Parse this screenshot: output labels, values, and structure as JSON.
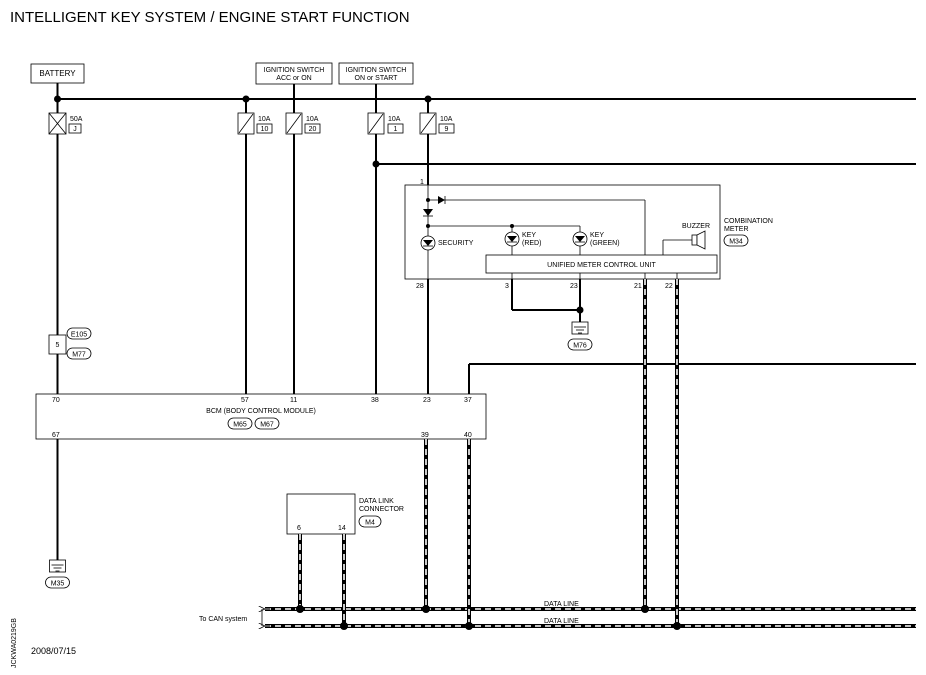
{
  "title": "INTELLIGENT KEY SYSTEM / ENGINE START FUNCTION",
  "date": "2008/07/15",
  "side_code": "JCKWA0219GB",
  "power": {
    "battery": "BATTERY",
    "ign_acc_1": "IGNITION SWITCH",
    "ign_acc_2": "ACC or ON",
    "ign_on_1": "IGNITION SWITCH",
    "ign_on_2": "ON or START"
  },
  "fuses": {
    "f50": {
      "amp": "50A",
      "id": "J"
    },
    "f10a": {
      "amp": "10A",
      "id": "10"
    },
    "f20": {
      "amp": "10A",
      "id": "20"
    },
    "f1": {
      "amp": "10A",
      "id": "1"
    },
    "f9": {
      "amp": "10A",
      "id": "9"
    }
  },
  "meter": {
    "name_1": "COMBINATION",
    "name_2": "METER",
    "connector": "M34",
    "unit": "UNIFIED METER CONTROL UNIT",
    "buzzer": "BUZZER",
    "security": "SECURITY",
    "key_red_1": "KEY",
    "key_red_2": "(RED)",
    "key_green_1": "KEY",
    "key_green_2": "(GREEN)",
    "pin_1": "1",
    "pin_28": "28",
    "pin_3": "3",
    "pin_23": "23",
    "pin_21": "21",
    "pin_22": "22",
    "ground": "M76"
  },
  "joint": {
    "pin": "5",
    "conn_top": "E105",
    "conn_bottom": "M77"
  },
  "bcm": {
    "name": "BCM (BODY CONTROL MODULE)",
    "conn_1": "M65",
    "conn_2": "M67",
    "pins_top": [
      "70",
      "57",
      "11",
      "38",
      "23",
      "37"
    ],
    "pins_bottom": [
      "67",
      "39",
      "40"
    ],
    "ground": "M35"
  },
  "dlc": {
    "name_1": "DATA LINK",
    "name_2": "CONNECTOR",
    "connector": "M4",
    "pin_6": "6",
    "pin_14": "14"
  },
  "can": {
    "to_label": "To CAN system",
    "line_1": "DATA LINE",
    "line_2": "DATA LINE"
  }
}
